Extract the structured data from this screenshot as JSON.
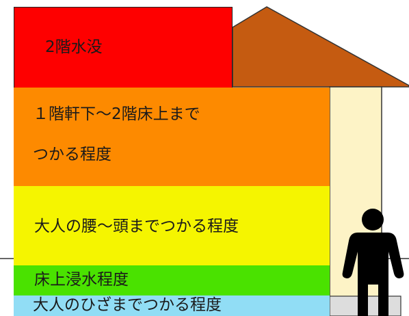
{
  "diagram": {
    "levels": [
      {
        "id": "red",
        "lines": [
          "2階水没"
        ],
        "color": "#fe0000"
      },
      {
        "id": "orange",
        "lines": [
          "１階軒下〜2階床上まで",
          "つかる程度"
        ],
        "color": "#fd8a00"
      },
      {
        "id": "yellow",
        "lines": [
          "大人の腰〜頭までつかる程度"
        ],
        "color": "#f5f500"
      },
      {
        "id": "green",
        "lines": [
          "床上浸水程度"
        ],
        "color": "#4ae200"
      },
      {
        "id": "blue",
        "lines": [
          "大人のひざまでつかる程度"
        ],
        "color": "#91ddf5"
      }
    ],
    "house": {
      "roof_color": "#c55b11",
      "wall_color": "#fdf3c6"
    },
    "person": {
      "color": "#000000"
    }
  }
}
